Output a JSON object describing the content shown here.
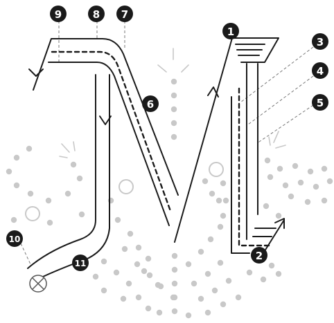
{
  "badges": [
    {
      "id": "1",
      "label": "1"
    },
    {
      "id": "2",
      "label": "2"
    },
    {
      "id": "3",
      "label": "3"
    },
    {
      "id": "4",
      "label": "4"
    },
    {
      "id": "5",
      "label": "5"
    },
    {
      "id": "6",
      "label": "6"
    },
    {
      "id": "7",
      "label": "7"
    },
    {
      "id": "8",
      "label": "8"
    },
    {
      "id": "9",
      "label": "9"
    },
    {
      "id": "10",
      "label": "10"
    },
    {
      "id": "11",
      "label": "11"
    }
  ],
  "colors": {
    "line": "#1a1a1a",
    "dots": "#c8c8c8",
    "badge_fill": "#1a1a1a",
    "badge_text": "#ffffff",
    "leader": "#777777"
  }
}
